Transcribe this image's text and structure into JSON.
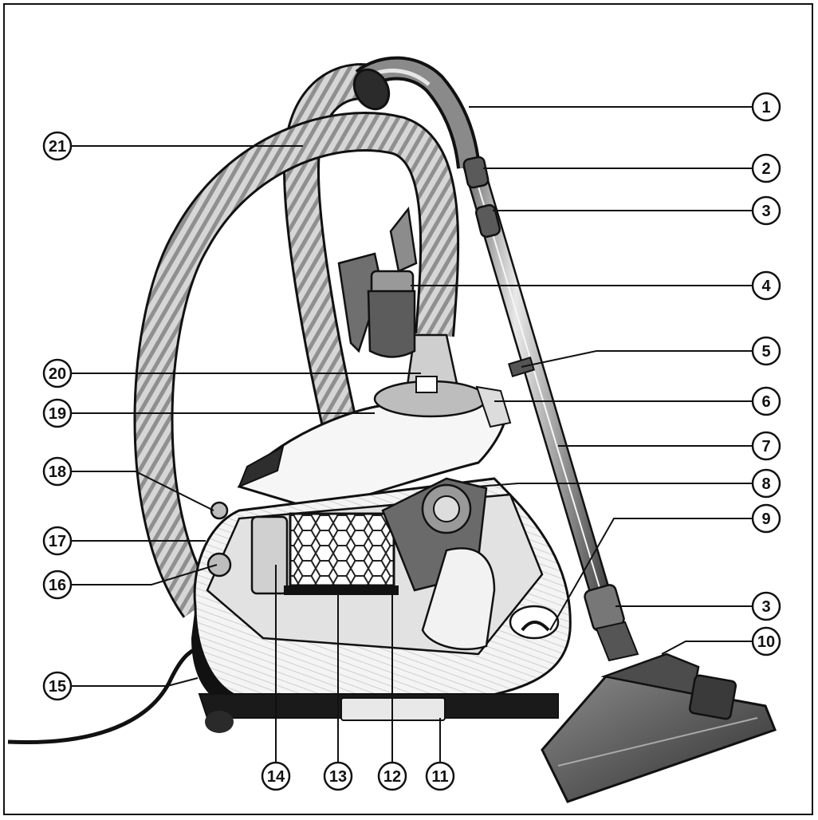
{
  "figure": {
    "description_title": "",
    "colors": {
      "line": "#111111",
      "body_light": "#f2f2f2",
      "body_mid": "#c9c9c9",
      "body_dark": "#4a4a4a",
      "black": "#111111",
      "hose": "#bdbdbd"
    }
  },
  "callouts": [
    {
      "id": "c1",
      "label": "1"
    },
    {
      "id": "c2",
      "label": "2"
    },
    {
      "id": "c3a",
      "label": "3"
    },
    {
      "id": "c4",
      "label": "4"
    },
    {
      "id": "c5",
      "label": "5"
    },
    {
      "id": "c6",
      "label": "6"
    },
    {
      "id": "c7",
      "label": "7"
    },
    {
      "id": "c8",
      "label": "8"
    },
    {
      "id": "c9",
      "label": "9"
    },
    {
      "id": "c3b",
      "label": "3"
    },
    {
      "id": "c10",
      "label": "10"
    },
    {
      "id": "c11",
      "label": "11"
    },
    {
      "id": "c12",
      "label": "12"
    },
    {
      "id": "c13",
      "label": "13"
    },
    {
      "id": "c14",
      "label": "14"
    },
    {
      "id": "c15",
      "label": "15"
    },
    {
      "id": "c16",
      "label": "16"
    },
    {
      "id": "c17",
      "label": "17"
    },
    {
      "id": "c18",
      "label": "18"
    },
    {
      "id": "c19",
      "label": "19"
    },
    {
      "id": "c20",
      "label": "20"
    },
    {
      "id": "c21",
      "label": "21"
    }
  ]
}
